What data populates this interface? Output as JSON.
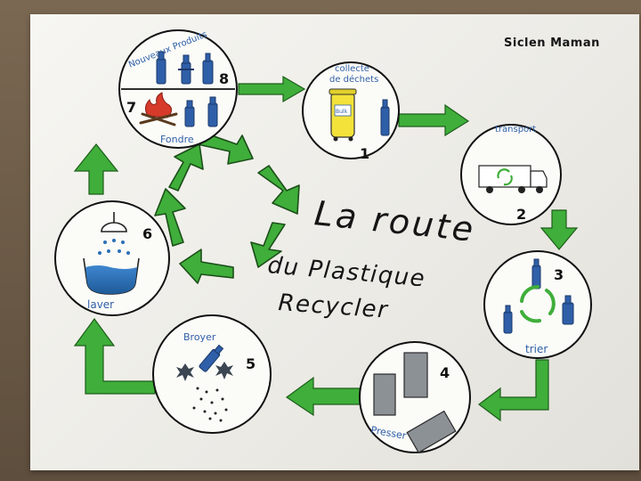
{
  "author": "Siclen Maman",
  "title": {
    "line1": "La route",
    "line2": "du Plastique",
    "line3": "Recycler"
  },
  "steps": [
    {
      "number": "1",
      "label": "collecte de déchets",
      "label_line1": "collecte",
      "label_line2": "de déchets",
      "bin_label": "Bulk"
    },
    {
      "number": "2",
      "label": "transport"
    },
    {
      "number": "3",
      "label": "trier"
    },
    {
      "number": "4",
      "label": "Presser"
    },
    {
      "number": "5",
      "label": "Broyer"
    },
    {
      "number": "6",
      "label": "laver"
    },
    {
      "number": "7",
      "label": "Fondre"
    },
    {
      "number": "8",
      "label": "Nouveaux Produits"
    }
  ],
  "colors": {
    "arrow_green": "#3fae3a",
    "recycle_green": "#3fae3a",
    "ink_blue": "#2f5fa8",
    "water_blue": "#2a6fb8",
    "bin_yellow": "#f3e23a",
    "fire_red": "#d63a2a",
    "press_gray": "#8c9196"
  },
  "icons": [
    "recycle-icon",
    "bottle-icon",
    "bin-icon",
    "truck-icon",
    "shower-icon",
    "fire-icon"
  ]
}
